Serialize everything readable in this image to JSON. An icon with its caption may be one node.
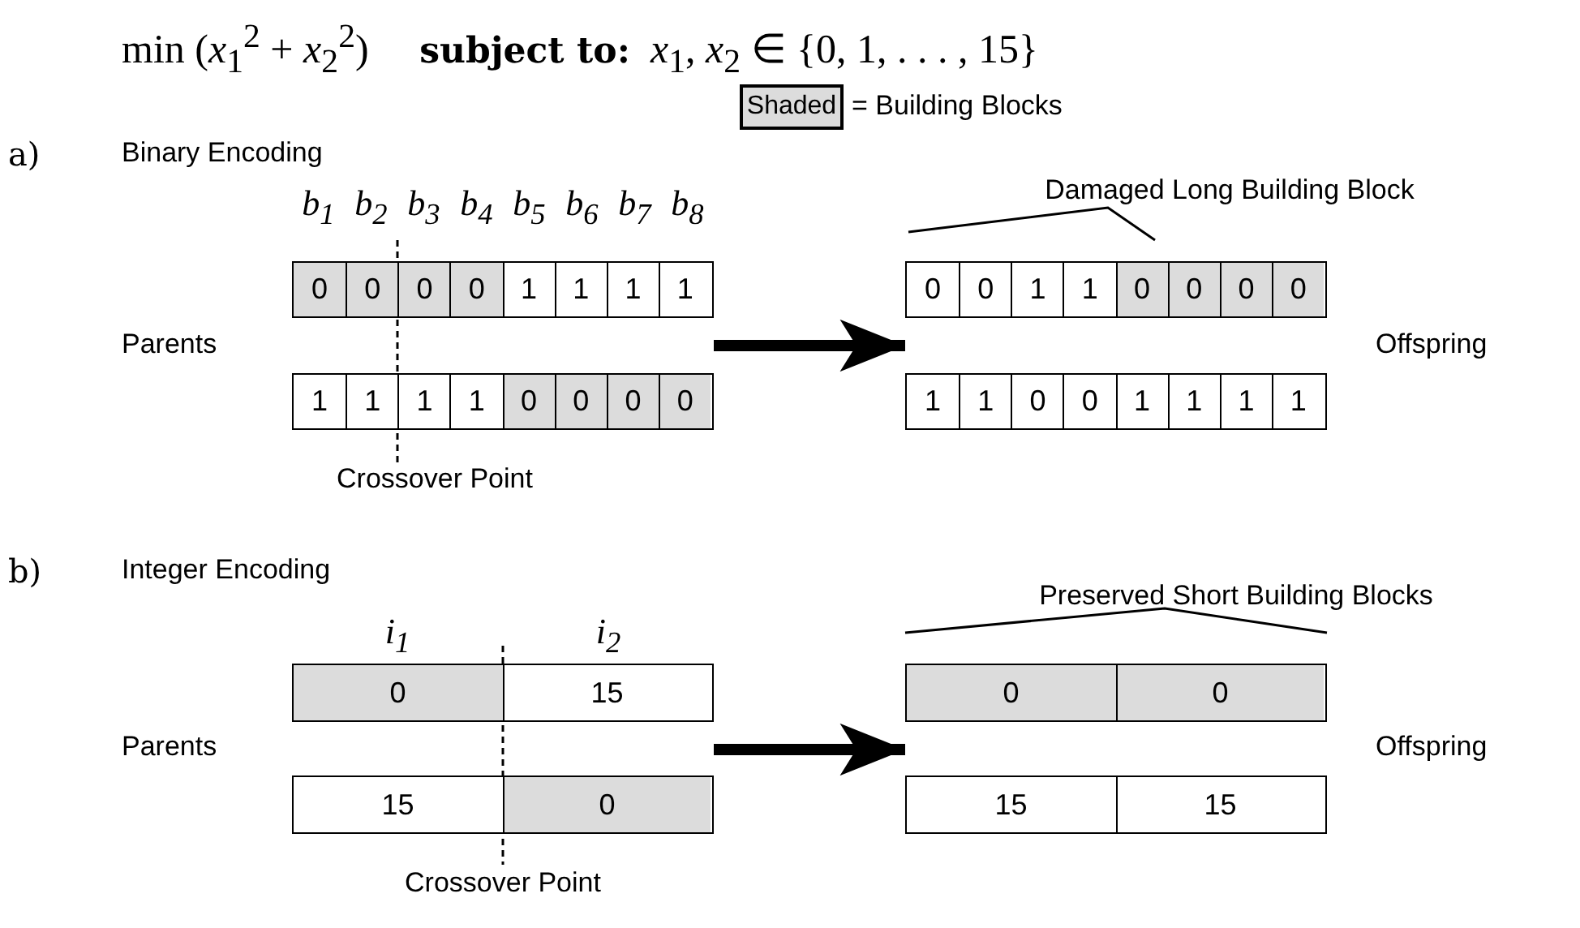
{
  "diagram": {
    "title": "min (*x*$_{1}$$^{2}$ + *x*$_{2}$$^{2}$)     **subject to:**  *x*$_{1}$, *x*$_{2}$ ∈ {0, 1, . . . , 15}",
    "nodes": [
      {
        "text": [
          "Shaded"
        ]
      },
      {
        "text": [],
        "shape": "box"
      },
      {
        "text": [
          "0"
        ],
        "in": 1
      },
      {
        "text": [
          "0"
        ],
        "in": 1
      },
      {
        "text": [
          "0"
        ],
        "in": 1
      },
      {
        "text": [
          "0"
        ],
        "in": 1
      },
      {
        "text": [
          "1"
        ],
        "in": 1
      },
      {
        "text": [
          "1"
        ],
        "in": 1
      },
      {
        "text": [
          "1"
        ],
        "in": 1
      },
      {
        "text": [
          "1"
        ],
        "in": 1
      },
      {
        "text": [],
        "shape": "box"
      },
      {
        "text": [
          "1"
        ],
        "in": 10
      },
      {
        "text": [
          "1"
        ],
        "in": 10
      },
      {
        "text": [
          "1"
        ],
        "in": 10
      },
      {
        "text": [
          "1"
        ],
        "in": 10
      },
      {
        "text": [
          "0"
        ],
        "in": 10
      },
      {
        "text": [
          "0"
        ],
        "in": 10
      },
      {
        "text": [
          "0"
        ],
        "in": 10
      },
      {
        "text": [
          "0"
        ],
        "in": 10
      },
      {
        "text": [],
        "shape": "box"
      },
      {
        "text": [
          "0"
        ],
        "in": 19
      },
      {
        "text": [
          "0"
        ],
        "in": 19
      },
      {
        "text": [
          "1"
        ],
        "in": 19
      },
      {
        "text": [
          "1"
        ],
        "in": 19
      },
      {
        "text": [
          "0"
        ],
        "in": 19
      },
      {
        "text": [
          "0"
        ],
        "in": 19
      },
      {
        "text": [
          "0"
        ],
        "in": 19
      },
      {
        "text": [
          "0"
        ],
        "in": 19
      },
      {
        "text": [],
        "shape": "box"
      },
      {
        "text": [
          "1"
        ],
        "in": 28
      },
      {
        "text": [
          "1"
        ],
        "in": 28
      },
      {
        "text": [
          "0"
        ],
        "in": 28
      },
      {
        "text": [
          "0"
        ],
        "in": 28
      },
      {
        "text": [
          "1"
        ],
        "in": 28
      },
      {
        "text": [
          "1"
        ],
        "in": 28
      },
      {
        "text": [
          "1"
        ],
        "in": 28
      },
      {
        "text": [
          "1"
        ],
        "in": 28
      },
      {
        "text": [],
        "shape": "box"
      },
      {
        "text": [
          "0"
        ],
        "in": 37
      },
      {
        "text": [
          "15"
        ],
        "in": 37
      },
      {
        "text": [],
        "shape": "box"
      },
      {
        "text": [
          "15"
        ],
        "in": 40
      },
      {
        "text": [
          "0"
        ],
        "in": 40
      },
      {
        "text": [],
        "shape": "box"
      },
      {
        "text": [
          "0"
        ],
        "in": 43
      },
      {
        "text": [
          "0"
        ],
        "in": 43
      },
      {
        "text": [],
        "shape": "box"
      },
      {
        "text": [
          "15"
        ],
        "in": 46
      },
      {
        "text": [
          "15"
        ],
        "in": 46
      }
    ],
    "edges": [
      {
        "from": 1,
        "to": 19,
        "arrow": "to"
      },
      {
        "from": 37,
        "to": 43,
        "arrow": "to"
      }
    ],
    "labels": [
      "= Building Blocks",
      "a)",
      "Binary Encoding",
      "Damaged Long Building Block",
      "b$_{1}$",
      "b$_{2}$",
      "b$_{3}$",
      "b$_{4}$",
      "b$_{5}$",
      "b$_{6}$",
      "b$_{7}$",
      "b$_{8}$",
      "Parents",
      "Offspring",
      "Crossover Point",
      "b)",
      "Integer Encoding",
      "Preserved Short Building Blocks",
      "i$_{1}$",
      "i$_{2}$",
      "Parents",
      "Offspring",
      "Crossover Point"
    ]
  }
}
